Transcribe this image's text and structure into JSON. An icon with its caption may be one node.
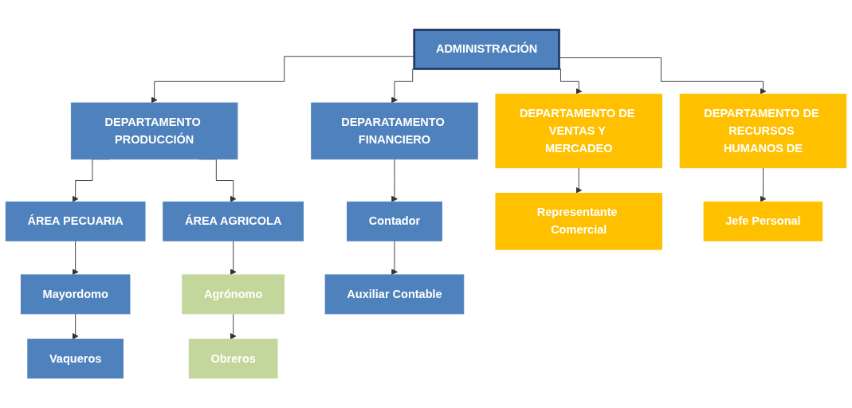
{
  "diagram": {
    "nodes": [
      {
        "text": [
          "ADMINISTRACIÓN"
        ]
      },
      {
        "text": [
          "DEPARTAMENTO PRODUCCIÓN"
        ]
      },
      {
        "text": [
          "DEPARATAMENTO FINANCIERO"
        ]
      },
      {
        "text": [
          "DEPARTAMENTO DE VENTAS Y MERCADEO"
        ]
      },
      {
        "text": [
          "DEPARTAMENTO DE RECURSOS HUMANOS DE"
        ]
      },
      {
        "text": [
          "ÁREA PECUARIA"
        ]
      },
      {
        "text": [
          "ÁREA AGRICOLA"
        ]
      },
      {
        "text": [
          "Contador"
        ]
      },
      {
        "text": [
          "Representante Comercial"
        ]
      },
      {
        "text": [
          "Jefe Personal"
        ]
      },
      {
        "text": [
          "Mayordomo"
        ]
      },
      {
        "text": [
          "Agrónomo"
        ]
      },
      {
        "text": [
          "Auxiliar Contable"
        ]
      },
      {
        "text": [
          "Vaqueros"
        ]
      },
      {
        "text": [
          "Obreros"
        ]
      }
    ],
    "edges": [
      {
        "from": 0,
        "to": 1,
        "arrow": "to"
      },
      {
        "from": 0,
        "to": 2,
        "arrow": "to"
      },
      {
        "from": 0,
        "to": 3,
        "arrow": "to"
      },
      {
        "from": 0,
        "to": 4,
        "arrow": "to"
      },
      {
        "from": 1,
        "to": 5,
        "arrow": "to"
      },
      {
        "from": 1,
        "to": 6,
        "arrow": "to"
      },
      {
        "from": 2,
        "to": 7,
        "arrow": "to"
      },
      {
        "from": 3,
        "to": 8,
        "arrow": "to"
      },
      {
        "from": 4,
        "to": 9,
        "arrow": "to"
      },
      {
        "from": 5,
        "to": 10,
        "arrow": "to"
      },
      {
        "from": 6,
        "to": 11,
        "arrow": "to"
      },
      {
        "from": 7,
        "to": 12,
        "arrow": "to"
      },
      {
        "from": 10,
        "to": 13,
        "arrow": "to"
      },
      {
        "from": 11,
        "to": 14,
        "arrow": "to"
      }
    ]
  }
}
